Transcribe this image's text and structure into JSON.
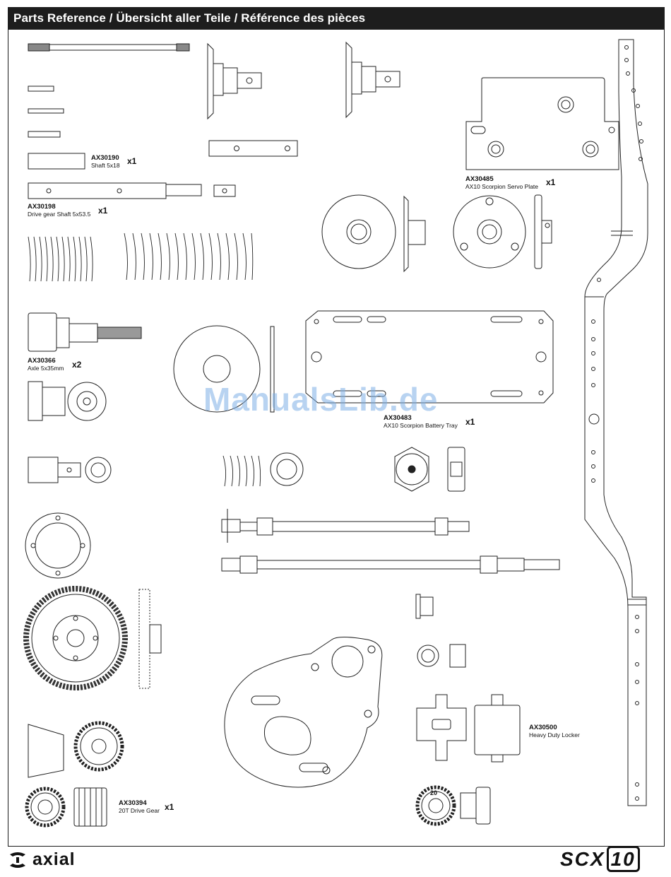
{
  "header": {
    "title": "Parts Reference / Übersicht aller Teile / Référence des pièces"
  },
  "parts": {
    "p1": {
      "code": "AX30190",
      "desc": "Shaft 5x18",
      "qty": "x1"
    },
    "p2": {
      "code": "AX30198",
      "desc": "Drive gear Shaft 5x53.5",
      "qty": "x1"
    },
    "p3": {
      "code": "AX30366",
      "desc": "Axle 5x35mm",
      "qty": "x2"
    },
    "p4": {
      "code": "AX30485",
      "desc": "AX10 Scorpion Servo Plate",
      "qty": "x1"
    },
    "p5": {
      "code": "AX30483",
      "desc": "AX10 Scorpion Battery Tray",
      "qty": "x1"
    },
    "p6": {
      "code": "AX30500",
      "desc": "Heavy Duty Locker",
      "qty": ""
    },
    "p7": {
      "code": "AX30394",
      "desc": "20T Drive Gear",
      "qty": "x1"
    }
  },
  "gear_tooth_label": "20",
  "watermark": "ManualsLib.de",
  "footer": {
    "brand": "axial",
    "model": "SCX",
    "model_box": "10"
  }
}
